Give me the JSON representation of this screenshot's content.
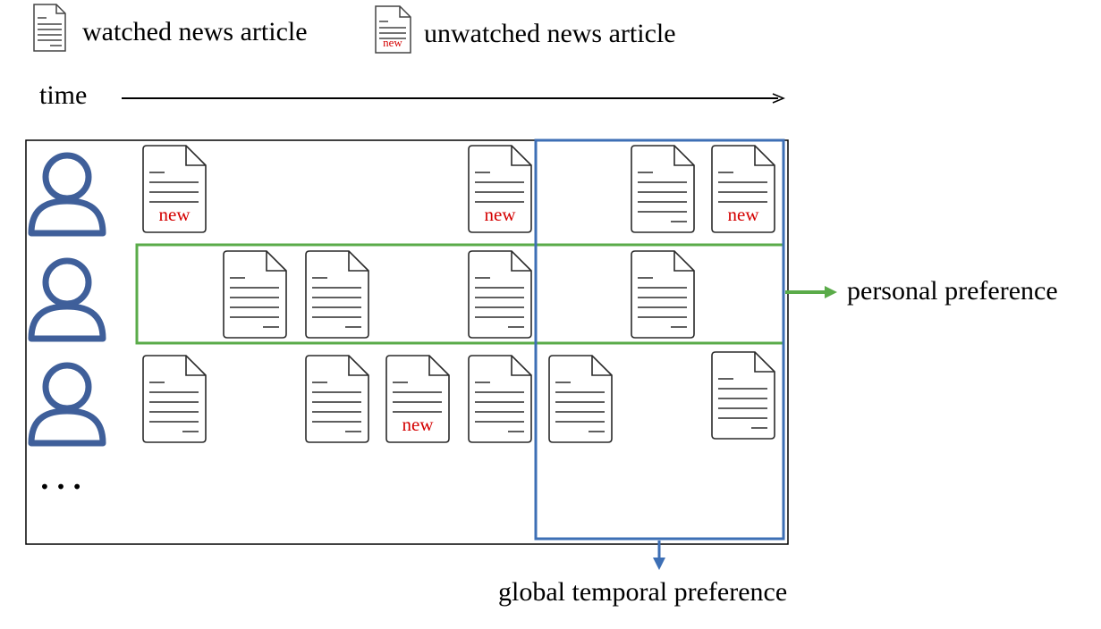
{
  "legend": {
    "watched_label": "watched news article",
    "unwatched_label": "unwatched news article",
    "new_marker": "new"
  },
  "timeline": {
    "label": "time"
  },
  "users": {
    "rows": [
      {
        "articles": [
          {
            "type": "unwatched"
          },
          {
            "type": "unwatched"
          },
          {
            "type": "watched"
          },
          {
            "type": "unwatched"
          }
        ]
      },
      {
        "articles": [
          {
            "type": "watched"
          },
          {
            "type": "watched"
          },
          {
            "type": "watched"
          },
          {
            "type": "watched"
          }
        ]
      },
      {
        "articles": [
          {
            "type": "watched"
          },
          {
            "type": "watched"
          },
          {
            "type": "unwatched"
          },
          {
            "type": "watched"
          },
          {
            "type": "watched"
          },
          {
            "type": "watched"
          }
        ]
      }
    ],
    "more_indicator": "• • •"
  },
  "annotations": {
    "personal_preference": "personal preference",
    "global_temporal_preference": "global temporal preference"
  },
  "colors": {
    "user_icon": "#3f5f9a",
    "personal_box": "#5aab49",
    "global_box": "#3d6fb5",
    "new_text": "#d40000",
    "doc_stroke": "#2a2a2a"
  }
}
